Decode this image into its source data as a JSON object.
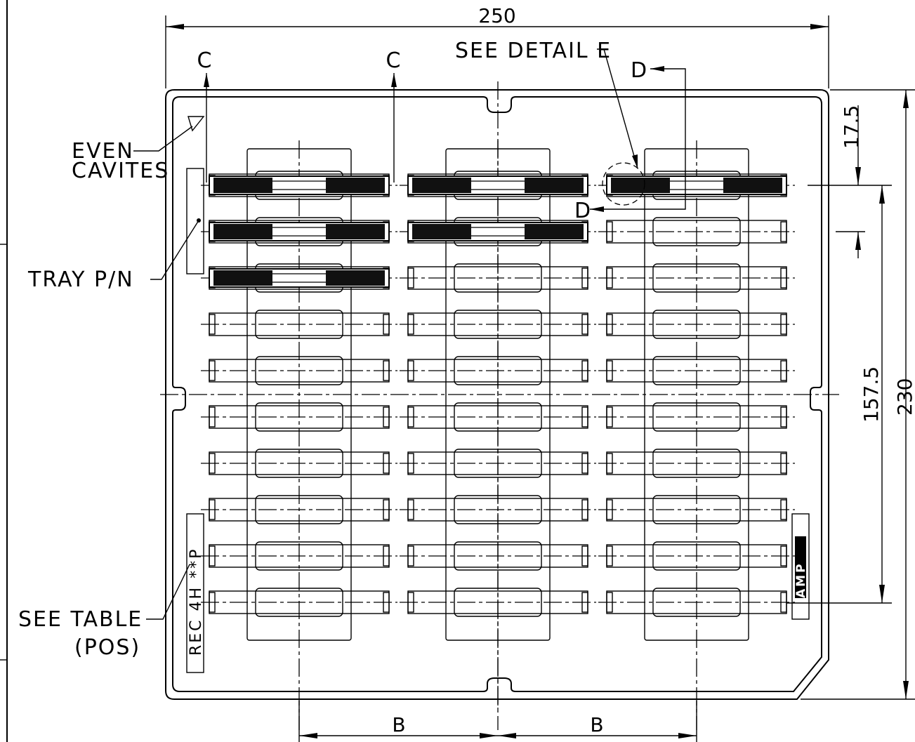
{
  "drawing": {
    "dimensions": {
      "overall_width": "250",
      "overall_height": "230",
      "row_pitch": "17.5",
      "rows_span": "157.5",
      "col_pitch_left": "B",
      "col_pitch_right": "B"
    },
    "callouts": {
      "section_c_left": "C",
      "section_c_right": "C",
      "section_d_top": "D",
      "section_d_bottom": "D",
      "see_detail": "SEE DETAIL E",
      "even_line1": "EVEN",
      "even_line2": "CAVITES",
      "tray_pn": "TRAY P/N",
      "see_table_line1": "SEE TABLE",
      "see_table_line2": "(POS)"
    },
    "labels": {
      "part_number_box": "REC 4H **P",
      "logo": "AMP"
    },
    "layout": {
      "columns": 3,
      "rows": 10,
      "filled_cavities": [
        [
          0,
          0
        ],
        [
          0,
          1
        ],
        [
          0,
          2
        ],
        [
          1,
          0
        ],
        [
          1,
          1
        ],
        [
          2,
          0
        ]
      ]
    }
  }
}
